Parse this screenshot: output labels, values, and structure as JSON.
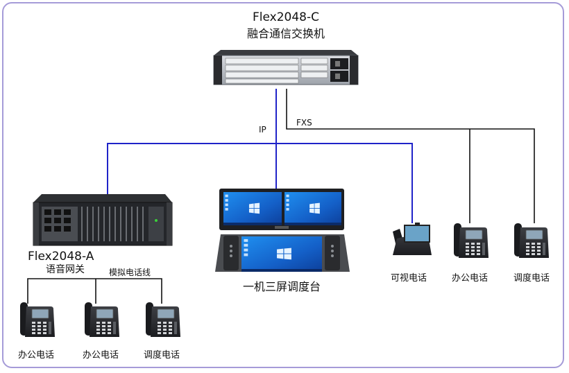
{
  "core": {
    "model": "Flex2048-C",
    "name": "融合通信交换机"
  },
  "links": {
    "ip_label": "IP",
    "fxs_label": "FXS",
    "analog_label": "模拟电话线"
  },
  "gateway": {
    "model": "Flex2048-A",
    "name": "语音网关"
  },
  "console": {
    "name": "一机三屏调度台"
  },
  "endpoints": {
    "video_phone": "可视电话",
    "office_phone_right": "办公电话",
    "dispatch_phone_right": "调度电话",
    "office_phone_left_1": "办公电话",
    "office_phone_left_2": "办公电话",
    "dispatch_phone_left": "调度电话"
  },
  "colors": {
    "ip_line": "#1f23c8",
    "analog_line": "#111111",
    "frame": "#a59bd8",
    "windows_blue": "#1c6fd6"
  }
}
